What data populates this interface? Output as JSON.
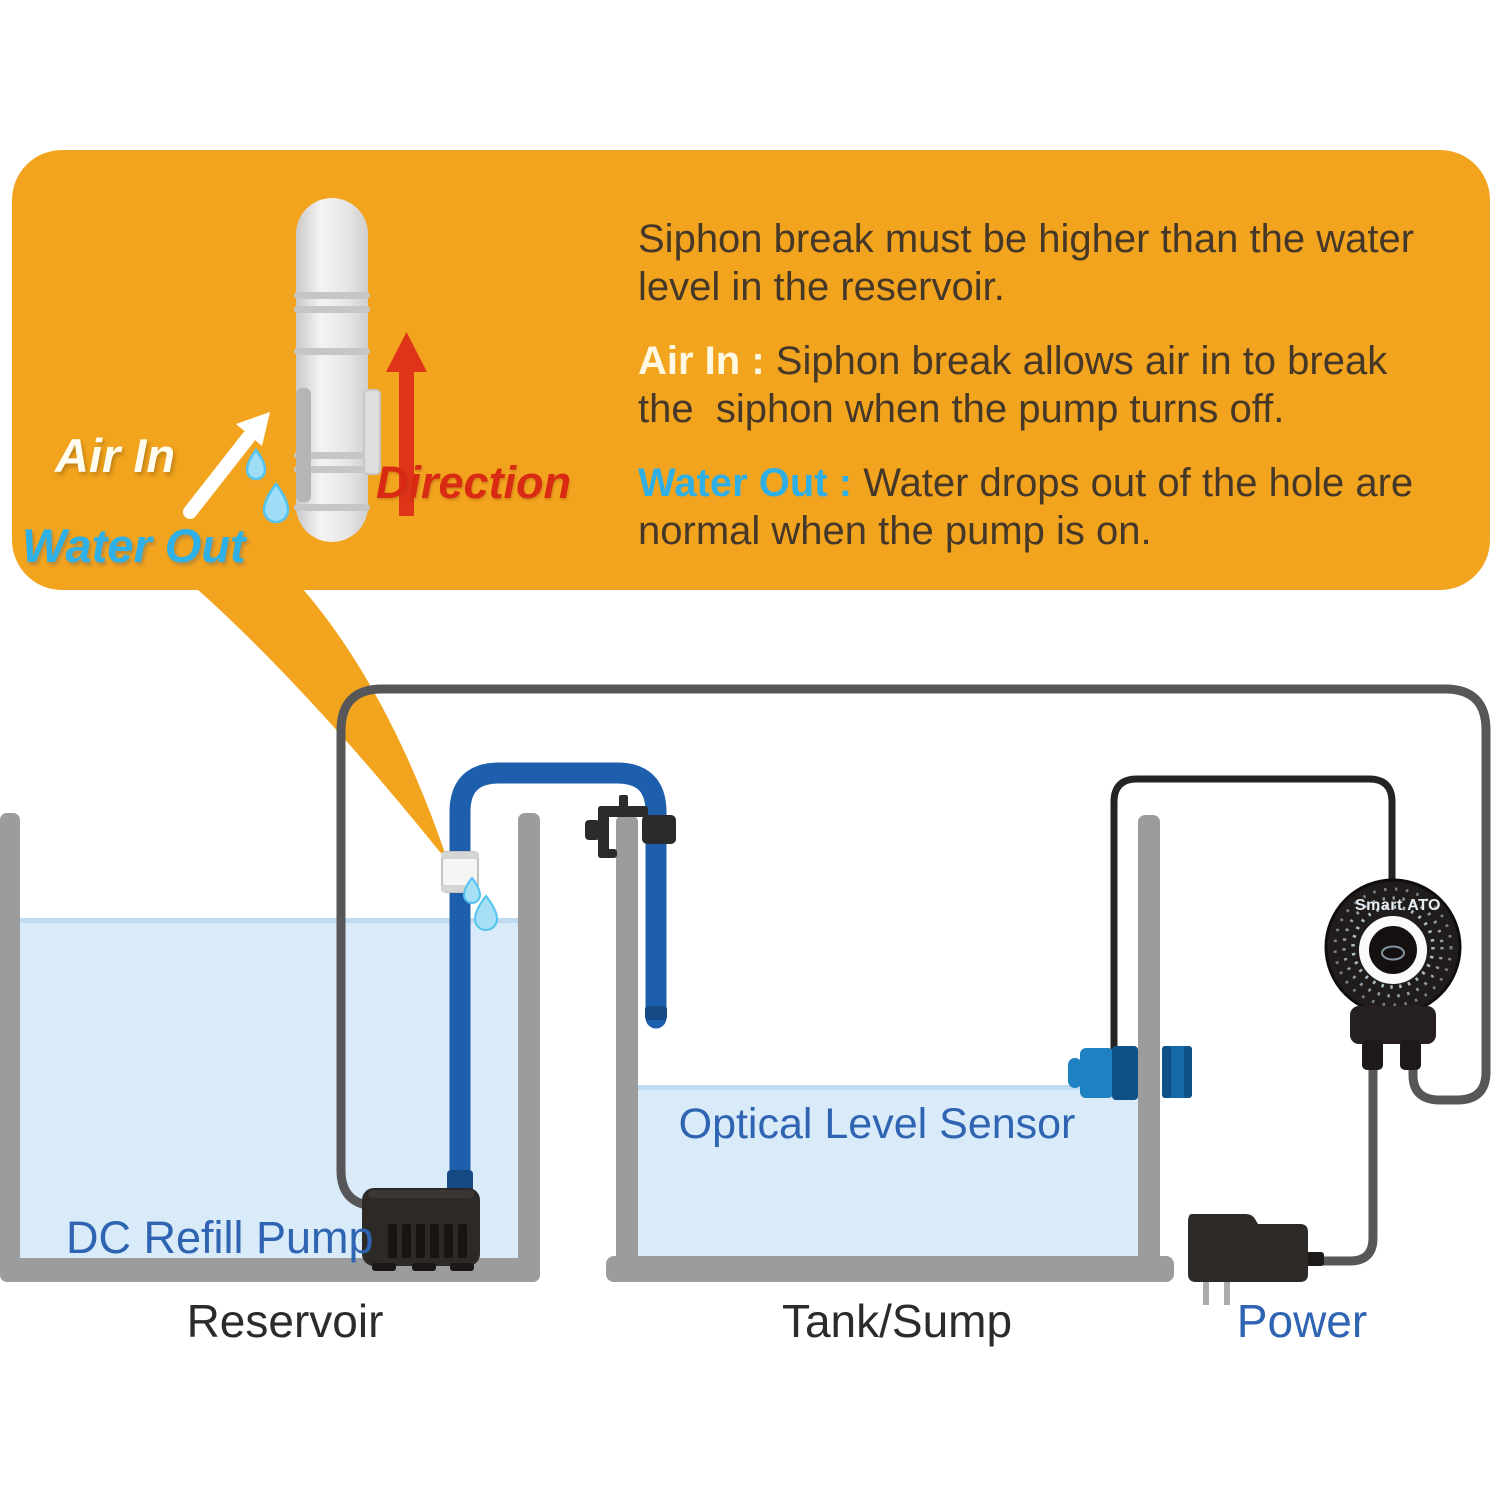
{
  "title": "Smart ATO siphon break installation infographic",
  "callout": {
    "intro": "Siphon break must be higher than the water level in the reservoir.",
    "air_in_label": "Air In : ",
    "air_in_text": "Siphon break allows air in to break the  siphon when the pump turns off.",
    "water_out_label": "Water Out : ",
    "water_out_text": "Water drops out of the hole are normal when the pump is on.",
    "device": {
      "air_in": "Air In",
      "water_out": "Water Out",
      "direction": "Direction"
    }
  },
  "diagram": {
    "reservoir_label": "Reservoir",
    "pump_label": "DC Refill Pump",
    "tank_label": "Tank/Sump",
    "sensor_label": "Optical Level Sensor",
    "power_label": "Power",
    "controller_label": "Smart ATO"
  },
  "colors": {
    "callout_orange": "#F3A41E",
    "callout_text": "#453828",
    "air_in_cream": "#FFF8E2",
    "water_out_blue": "#2FAFE4",
    "direction_red": "#D92B14",
    "tube_blue": "#1E5FAD",
    "water_fill": "#D9EAF8",
    "wall_gray": "#9C9C9C",
    "cable_gray": "#57575A",
    "sensor_blue": "#1E82C2",
    "label_blue": "#2E64B2",
    "label_black": "#2B2B2B",
    "device_black": "#2D2926"
  }
}
